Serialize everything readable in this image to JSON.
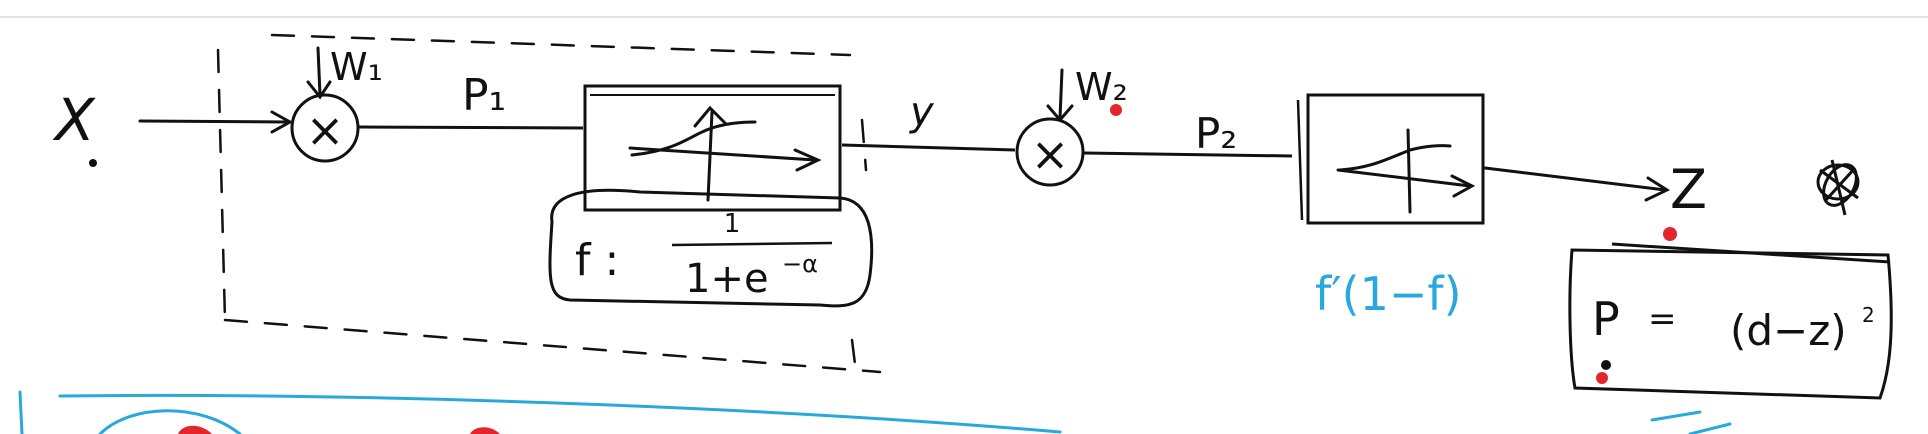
{
  "diagram": {
    "input": "X",
    "weights": {
      "w1": "W₁",
      "w2": "W₂"
    },
    "multiply_symbol": "×",
    "signals": {
      "p1": "P₁",
      "p2": "P₂",
      "y": "y",
      "z": "Z"
    },
    "activation": {
      "formula_prefix": "f :",
      "numerator": "1",
      "denominator": "1+e",
      "exponent": "−α"
    },
    "derivative": "f′(1−f)",
    "loss": {
      "lhs": "P",
      "eq": "=",
      "rhs": "(d−z)",
      "power": "2"
    }
  },
  "colors": {
    "ink": "#111111",
    "blue": "#29a8dc",
    "red": "#e3262b",
    "page": "#ffffff",
    "top_rule": "#e2e2e2"
  }
}
